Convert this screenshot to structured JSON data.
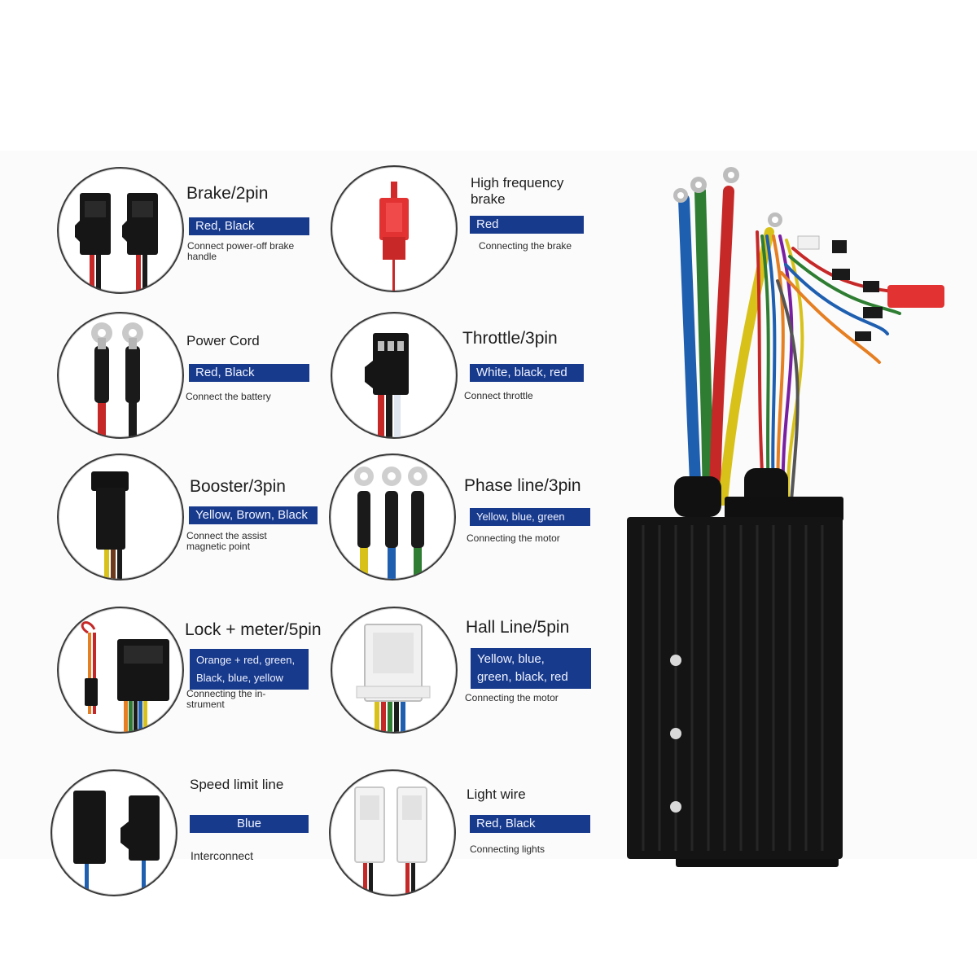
{
  "colors": {
    "badge_bg": "#183a8c",
    "badge_text": "#eef2ff",
    "controller_body": "#141414",
    "wire_red": "#c62828",
    "wire_black": "#1b1b1b",
    "wire_blue": "#1f5fb0",
    "wire_green": "#2e7d32",
    "wire_yellow": "#d8c21a"
  },
  "items": [
    {
      "title": "Brake/2pin",
      "badge": "Red, Black",
      "desc": "Connect power-off brake handle",
      "icon": "two-pin-connector-icon"
    },
    {
      "title": "High frequency brake",
      "badge": "Red",
      "desc": "Connecting the brake",
      "icon": "red-plug-icon"
    },
    {
      "title": "Power Cord",
      "badge": "Red, Black",
      "desc": "Connect the battery",
      "icon": "ring-terminal-icon"
    },
    {
      "title": "Throttle/3pin",
      "badge": "White, black, red",
      "desc": "Connect throttle",
      "icon": "three-pin-connector-icon"
    },
    {
      "title": "Booster/3pin",
      "badge": "Yellow, Brown, Black",
      "desc": "Connect the assist magnetic point",
      "icon": "booster-connector-icon"
    },
    {
      "title": "Phase line/3pin",
      "badge": "Yellow, blue, green",
      "desc": "Connecting the motor",
      "icon": "phase-terminal-icon"
    },
    {
      "title": "Lock + meter/5pin",
      "badge_lines": [
        "Orange + red, green,",
        "Black, blue, yellow"
      ],
      "desc": "Connecting the in-strument",
      "icon": "lock-meter-connector-icon"
    },
    {
      "title": "Hall Line/5pin",
      "badge_lines": [
        "Yellow, blue,",
        "green, black, red"
      ],
      "desc": "Connecting the motor",
      "icon": "hall-connector-icon"
    },
    {
      "title": "Speed limit line",
      "badge": "Blue",
      "desc": "Interconnect",
      "icon": "speed-limit-connector-icon"
    },
    {
      "title": "Light wire",
      "badge": "Red, Black",
      "desc": "Connecting lights",
      "icon": "light-connector-icon"
    }
  ],
  "product": {
    "name": "controller-unit",
    "icon": "motor-controller-icon"
  }
}
